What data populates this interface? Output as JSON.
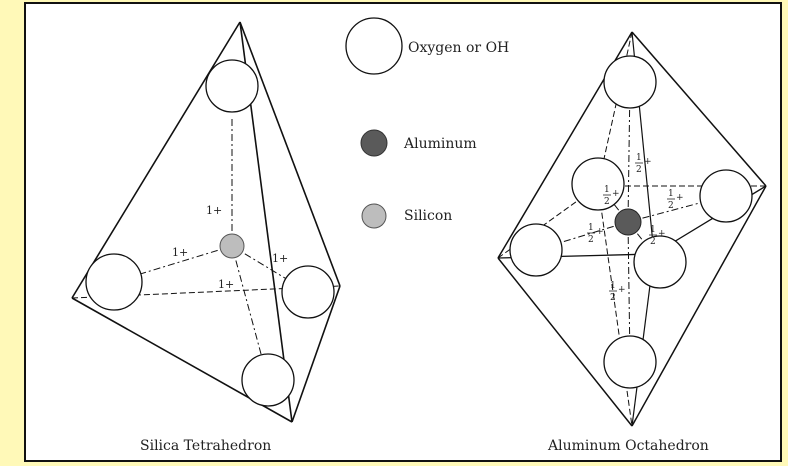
{
  "legend": {
    "oxygen": "Oxygen or OH",
    "aluminum": "Aluminum",
    "silicon": "Silicon"
  },
  "tetrahedron": {
    "caption": "Silica Tetrahedron",
    "bond_labels": [
      "1+",
      "1+",
      "1+",
      "1+"
    ]
  },
  "octahedron": {
    "caption": "Aluminum Octahedron",
    "bond_fraction": {
      "numerator": "1",
      "denominator": "2",
      "sign": "+"
    }
  },
  "colors": {
    "background": "#fff9b8",
    "panel": "#ffffff",
    "aluminum": "#5a5a5a",
    "silicon": "#bdbdbd",
    "line": "#111111"
  }
}
